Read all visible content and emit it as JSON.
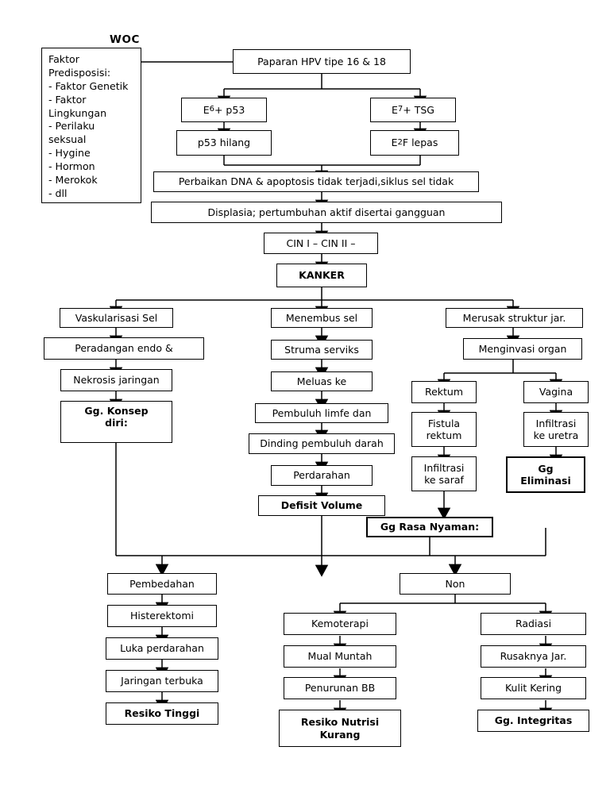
{
  "title": "WOC",
  "theme": {
    "background": "#ffffff",
    "stroke": "#000000",
    "text": "#000000"
  },
  "nodes": {
    "predisposisi": "Faktor\nPredisposisi:\n- Faktor Genetik\n- Faktor\n  Lingkungan\n- Perilaku\n  seksual\n- Hygine\n- Hormon\n- Merokok\n- dll",
    "paparan": "Paparan HPV tipe 16 & 18",
    "e6p53": "E6 + p53",
    "e7tsg": "E7 + TSG",
    "p53hilang": "p53 hilang",
    "e2flepas": "E2F lepas",
    "perbaikan": "Perbaikan DNA & apoptosis tidak terjadi,siklus sel tidak",
    "displasia": "Displasia; pertumbuhan aktif disertai gangguan",
    "cin": "CIN I – CIN II –",
    "kanker": "KANKER",
    "vaskularisasi": "Vaskularisasi Sel",
    "peradangan": "Peradangan endo &",
    "nekrosis": "Nekrosis jaringan",
    "konsepdiri": "Gg. Konsep\ndiri:",
    "menembus": "Menembus sel",
    "struma": "Struma serviks",
    "meluas": "Meluas ke",
    "pembuluhlimfe": "Pembuluh limfe dan",
    "dindingpembuluh": "Dinding pembuluh darah",
    "perdarahan": "Perdarahan",
    "defisitvolume": "Defisit Volume",
    "merusak": "Merusak struktur jar.",
    "menginvasi": "Menginvasi organ",
    "rektum": "Rektum",
    "vagina": "Vagina",
    "fistula": "Fistula\nrektum",
    "infiltrasiuretra": "Infiltrasi\nke uretra",
    "infiltrasisaraf": "Infiltrasi\nke saraf",
    "ggeliminasi": "Gg\nEliminasi",
    "ggrasanyaman": "Gg Rasa Nyaman:",
    "pembedahan": "Pembedahan",
    "histerektomi": "Histerektomi",
    "lukaperdarahan": "Luka perdarahan",
    "jaringanterbuka": "Jaringan terbuka",
    "resikotinggi": "Resiko Tinggi",
    "non": "Non",
    "kemoterapi": "Kemoterapi",
    "mualmuntah": "Mual Muntah",
    "penurunanbb": "Penurunan BB",
    "resikonutrisi": "Resiko Nutrisi\nKurang",
    "radiasi": "Radiasi",
    "rusaknyajar": "Rusaknya Jar.",
    "kulitkering": "Kulit Kering",
    "ggintegritas": "Gg. Integritas"
  }
}
